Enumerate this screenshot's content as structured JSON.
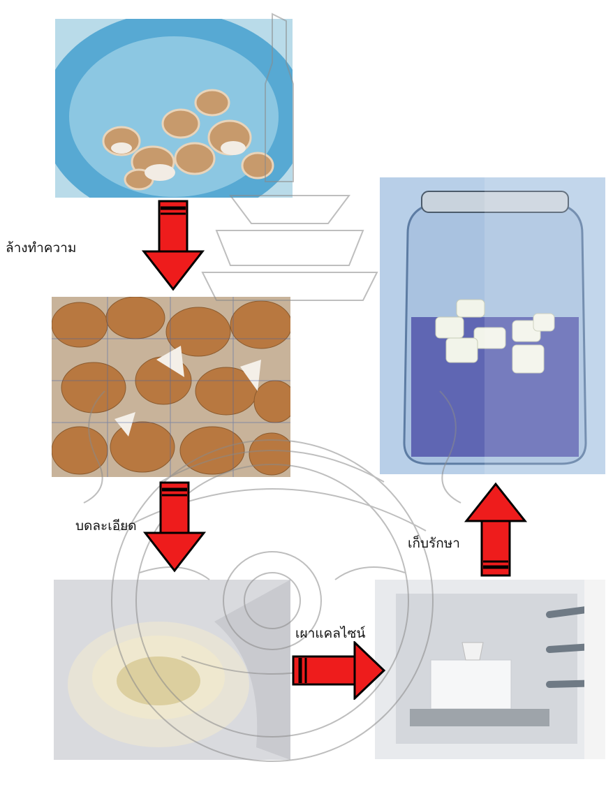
{
  "steps": {
    "wash_label": "ล้างทำความ",
    "grind_label": "บดละเอียด",
    "calcine_label": "เผาแคลไซน์",
    "store_label": "เก็บรักษา"
  },
  "images": [
    {
      "name": "eggshells-in-water-bowl"
    },
    {
      "name": "clean-eggshells-on-rack"
    },
    {
      "name": "ground-eggshell-powder"
    },
    {
      "name": "furnace-with-crucible"
    },
    {
      "name": "glass-jar-with-pellets"
    }
  ],
  "colors": {
    "arrow_fill": "#ee1c1c",
    "arrow_stroke": "#000000",
    "watermark": "#8a8a8a"
  }
}
